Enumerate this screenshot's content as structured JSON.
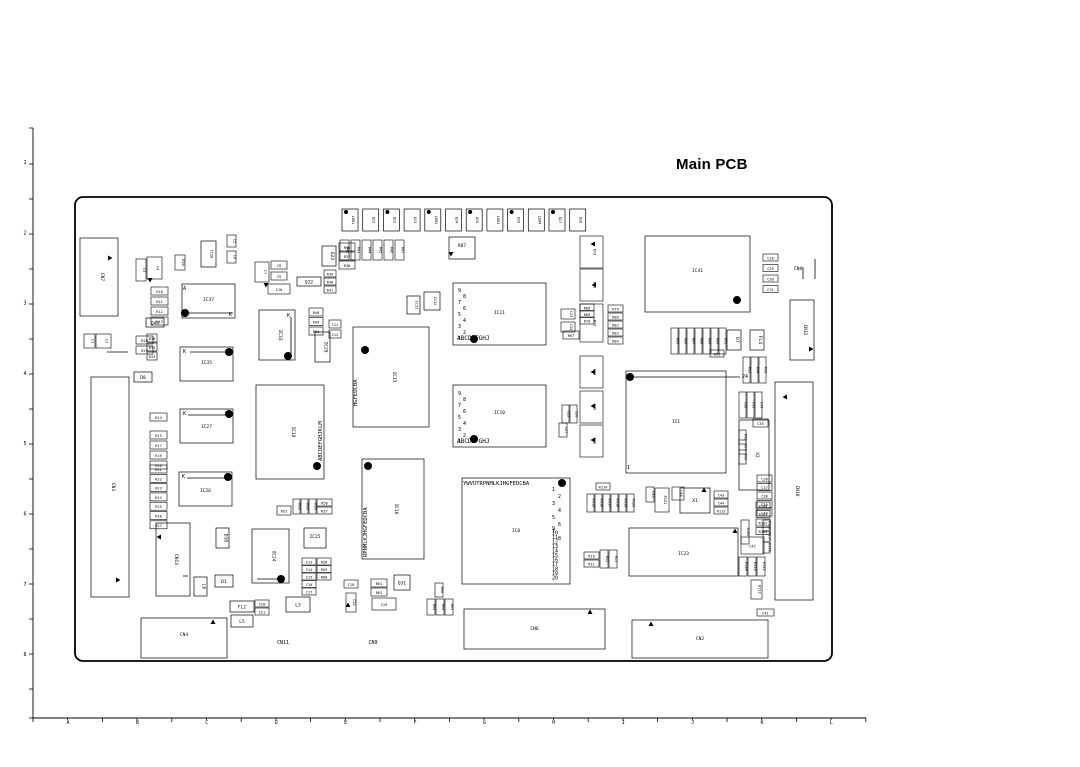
{
  "title": "Main PCB",
  "grid": {
    "cols": [
      "A",
      "B",
      "C",
      "D",
      "E",
      "F",
      "G",
      "H",
      "I",
      "J",
      "K",
      "L"
    ],
    "rows": [
      "1",
      "2",
      "3",
      "4",
      "5",
      "6",
      "7",
      "8"
    ]
  },
  "parts": {
    "ics": [
      "IC41",
      "IC11",
      "IC10",
      "IC1",
      "IC8",
      "IC16",
      "IC15",
      "IC18",
      "IC23",
      "IC35",
      "IC27",
      "IC26",
      "IC37",
      "IC33",
      "IC25",
      "IC24",
      "IC29",
      "IC32",
      "IC31",
      "IC28"
    ],
    "connectors": [
      "CN7",
      "CN3",
      "CN4",
      "CN11",
      "CN9",
      "CN6",
      "CN2",
      "CN10",
      "CN12",
      "CN8",
      "CN13"
    ],
    "transistors": [
      "Q11",
      "Q12",
      "Q13",
      "Q14",
      "Q15",
      "Q16",
      "Q17",
      "Q18",
      "Q22",
      "Q23",
      "Q31",
      "Q44"
    ],
    "diodes": [
      "D7",
      "D8",
      "D1",
      "D5",
      "D10"
    ],
    "crystals": [
      "X1",
      "X2"
    ],
    "inductors": [
      "L1",
      "L2",
      "L3",
      "L5",
      "L6",
      "L9",
      "FL2",
      "FL4",
      "FL6",
      "LED1",
      "LED2",
      "LED3",
      "LED4",
      "LED5",
      "LED6"
    ],
    "resistors": [
      "R10",
      "R11",
      "R12",
      "R13",
      "R14",
      "R15",
      "R17",
      "R19",
      "R20",
      "R21",
      "R22",
      "R23",
      "R24",
      "R25",
      "R26",
      "R27",
      "R28",
      "R29",
      "R30",
      "R31",
      "R33",
      "R34",
      "R36",
      "R37",
      "R38",
      "R39",
      "R40",
      "R41",
      "R42",
      "R43",
      "R44",
      "R45",
      "R46",
      "R47",
      "R48",
      "R49",
      "R50",
      "R51",
      "R52",
      "R53",
      "R55",
      "R56",
      "R57",
      "R58",
      "R59",
      "R60",
      "R61",
      "R62",
      "R63",
      "R64",
      "R65",
      "R66",
      "R67",
      "R68",
      "R69",
      "R70",
      "R71",
      "R72",
      "R73",
      "R74",
      "R76",
      "R78",
      "R79",
      "R80",
      "R82",
      "R83",
      "R84",
      "R85",
      "R86",
      "R87",
      "R88",
      "R89",
      "R90",
      "R91",
      "R92",
      "R93",
      "R94",
      "R95",
      "R96",
      "R97",
      "R99",
      "R100",
      "R101",
      "R102",
      "R103",
      "R105",
      "R106",
      "R107",
      "R108",
      "R109",
      "R110",
      "R111",
      "R112",
      "R113",
      "R114",
      "R115",
      "R116",
      "R117",
      "R118",
      "R119",
      "R120",
      "R121"
    ],
    "capacitors": [
      "C1",
      "C2",
      "C3",
      "C4",
      "C5",
      "C6",
      "C7",
      "C8",
      "C9",
      "C10",
      "C11",
      "C12",
      "C13",
      "C14",
      "C15",
      "C16",
      "C17",
      "C18",
      "C19",
      "C20",
      "C21",
      "C22",
      "C23",
      "C24",
      "C25",
      "C26",
      "C27",
      "C28",
      "C29",
      "C30",
      "C31",
      "C32",
      "C33",
      "C34",
      "C35",
      "C36",
      "C37",
      "C38",
      "C39",
      "C40",
      "C41",
      "C42",
      "C43",
      "C44",
      "C45",
      "C46",
      "C47",
      "C48",
      "C49",
      "C50",
      "C51",
      "C52",
      "C53",
      "C54",
      "C55",
      "C56",
      "C57",
      "C58",
      "C59",
      "C60",
      "C61",
      "C62",
      "C63",
      "C64",
      "C65",
      "C66",
      "C67",
      "C68",
      "C69",
      "C70",
      "C71",
      "C72",
      "C73",
      "C74",
      "C75",
      "C76",
      "C77",
      "C78",
      "C79",
      "C80"
    ],
    "pinletters_bga": "ABCDEFGHJ",
    "pinletters_ic8": "YWVUTRPNMLKJHGFEDCBA",
    "pinletters_ic16": "RPNMLKJHGFEDCBA",
    "pinletters_ic15": "HGFEDCBA",
    "pinletters_ic18": "ABCDEFGHJKLM",
    "pinnumbers_ic8": [
      "1",
      "2",
      "3",
      "4",
      "5",
      "6",
      "7",
      "8",
      "9",
      "10",
      "11",
      "12",
      "13",
      "14",
      "15",
      "16",
      "17",
      "18",
      "19",
      "20"
    ],
    "pinnumbers_bga": [
      "1",
      "2",
      "3",
      "4",
      "5",
      "6",
      "7",
      "8",
      "9"
    ],
    "corner_tags": [
      "A",
      "K",
      "A",
      "K",
      "A",
      "K",
      "1",
      "24",
      "1",
      "A",
      "1"
    ]
  }
}
